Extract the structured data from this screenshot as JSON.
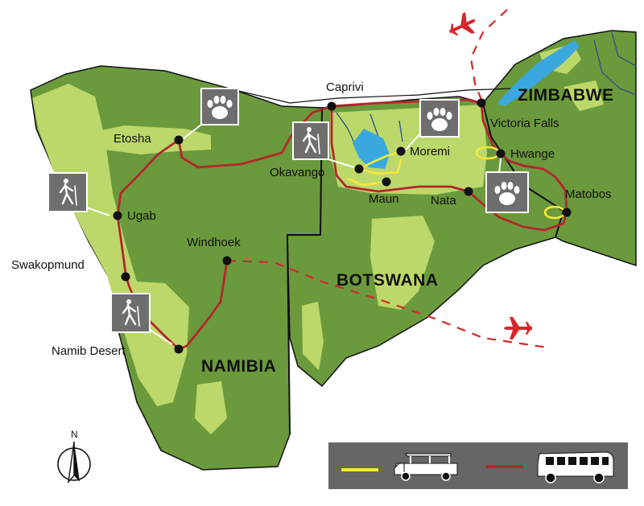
{
  "countries": {
    "namibia": "NAMIBIA",
    "botswana": "BOTSWANA",
    "zimbabwe": "ZIMBABWE"
  },
  "places": {
    "caprivi": "Caprivi",
    "etosha": "Etosha",
    "okavango": "Okavango",
    "moremi": "Moremi",
    "maun": "Maun",
    "nata": "Nata",
    "victoria_falls": "Victoria Falls",
    "hwange": "Hwange",
    "matobos": "Matobos",
    "ugab": "Ugab",
    "windhoek": "Windhoek",
    "swakopmund": "Swakopmund",
    "namib_desert": "Namib Desert"
  },
  "compass_label": "N",
  "colors": {
    "land_dark": "#6a9a3c",
    "land_light": "#bcd86a",
    "water": "#3aa8de",
    "border": "#111111",
    "route_overland_truck": "#b2272d",
    "route_safari_vehicle": "#f2ea3c",
    "flight": "#d7262b",
    "icon_box": "#6e6e6e",
    "legend_bg": "#666666"
  },
  "legend": [
    {
      "color": "#f2ea3c",
      "vehicle": "open safari vehicle icon"
    },
    {
      "color": "#b2272d",
      "vehicle": "overland truck icon"
    }
  ],
  "icons": {
    "paw": "paw-print-icon",
    "hiker": "hiker-icon",
    "plane": "airplane-icon",
    "compass": "north-arrow-icon"
  }
}
